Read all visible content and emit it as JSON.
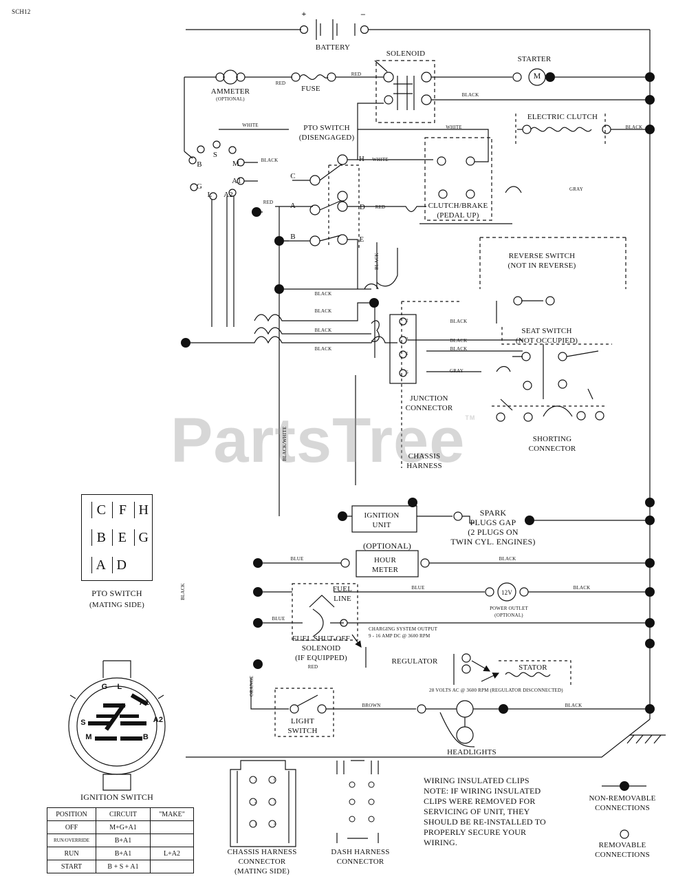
{
  "diagram_code": "SCH12",
  "watermark": "PartsTree",
  "watermark_tm": "TM",
  "labels": {
    "battery": "BATTERY",
    "battery_plus": "+",
    "battery_minus": "–",
    "solenoid": "SOLENOID",
    "starter": "STARTER",
    "starter_symbol": "M",
    "ammeter": "AMMETER",
    "ammeter_optional": "(OPTIONAL)",
    "fuse": "FUSE",
    "electric_clutch": "ELECTRIC CLUTCH",
    "pto_switch": "PTO SWITCH",
    "pto_disengaged": "(DISENGAGED)",
    "clutch_brake": "CLUTCH/BRAKE",
    "pedal_up": "(PEDAL UP)",
    "reverse_switch": "REVERSE SWITCH",
    "not_in_reverse": "(NOT IN REVERSE)",
    "seat_switch": "SEAT SWITCH",
    "not_occupied": "(NOT OCCUPIED)",
    "junction": "JUNCTION",
    "connector": "CONNECTOR",
    "shorting": "SHORTING",
    "chassis": "CHASSIS",
    "harness": "HARNESS",
    "ignition_unit_1": "IGNITION",
    "ignition_unit_2": "UNIT",
    "spark_1": "SPARK",
    "spark_2": "PLUGS GAP",
    "spark_3": "(2 PLUGS ON",
    "spark_4": "TWIN CYL. ENGINES)",
    "hour_optional": "(OPTIONAL)",
    "hour_1": "HOUR",
    "hour_2": "METER",
    "fuel_1": "FUEL",
    "fuel_2": "LINE",
    "power_outlet_symbol": "12V",
    "power_outlet": "POWER OUTLET",
    "power_outlet_optional": "(OPTIONAL)",
    "fuel_shutoff": "FUEL SHUT-OFF",
    "solenoid2": "SOLENOID",
    "if_equipped": "(IF EQUIPPED)",
    "charging_output_1": "CHARGING SYSTEM OUTPUT",
    "charging_output_2": "9 - 16 AMP DC @ 3600 RPM",
    "regulator": "REGULATOR",
    "stator": "STATOR",
    "stator_volts": "28 VOLTS AC @ 3600 RPM (REGULATOR DISCONNECTED)",
    "light_1": "LIGHT",
    "light_2": "SWITCH",
    "headlights": "HEADLIGHTS",
    "pto_mating_1": "PTO SWITCH",
    "pto_mating_2": "(MATING SIDE)",
    "ignition_switch": "IGNITION SWITCH",
    "chassis_conn_1": "CHASSIS HARNESS",
    "chassis_conn_2": "CONNECTOR",
    "chassis_conn_3": "(MATING SIDE)",
    "dash_conn_1": "DASH HARNESS",
    "dash_conn_2": "CONNECTOR",
    "note_1": "WIRING INSULATED CLIPS",
    "note_2": "NOTE: IF WIRING INSULATED",
    "note_3": "CLIPS WERE REMOVED FOR",
    "note_4": "SERVICING OF UNIT, THEY",
    "note_5": "SHOULD BE RE-INSTALLED TO",
    "note_6": "PROPERLY SECURE YOUR",
    "note_7": "WIRING.",
    "non_removable_1": "NON-REMOVABLE",
    "non_removable_2": "CONNECTIONS",
    "removable_1": "REMOVABLE",
    "removable_2": "CONNECTIONS"
  },
  "ignition_terminals": {
    "b": "B",
    "s": "S",
    "m": "M",
    "g": "G",
    "l": "L",
    "a1": "A1",
    "a2": "A2"
  },
  "pto_terminals": {
    "c": "C",
    "a": "A",
    "b": "B",
    "d": "D",
    "e": "E",
    "h": "H"
  },
  "junction_pins": {
    "p2": "2",
    "p3": "3",
    "p1": "1",
    "p6": "6"
  },
  "wire_colors": {
    "red": "RED",
    "black": "BLACK",
    "white": "WHITE",
    "gray": "GRAY",
    "blue": "BLUE",
    "brown": "BROWN",
    "orange": "ORANGE",
    "black_white": "BLACK/WHITE"
  },
  "pto_mating_pins": [
    "C",
    "F",
    "H",
    "B",
    "E",
    "G",
    "A",
    "D"
  ],
  "ignition_face_pins": [
    "G",
    "L",
    "A1",
    "A2",
    "S",
    "M",
    "B"
  ],
  "chassis_conn_pins": [
    "3",
    "6",
    "2",
    "5",
    "1",
    "4"
  ],
  "ignition_table": {
    "headers": [
      "POSITION",
      "CIRCUIT",
      "\"MAKE\""
    ],
    "rows": [
      [
        "OFF",
        "M+G+A1",
        ""
      ],
      [
        "RUN/OVERRIDE",
        "B+A1",
        ""
      ],
      [
        "RUN",
        "B+A1",
        "L+A2"
      ],
      [
        "START",
        "B + S + A1",
        ""
      ]
    ]
  }
}
